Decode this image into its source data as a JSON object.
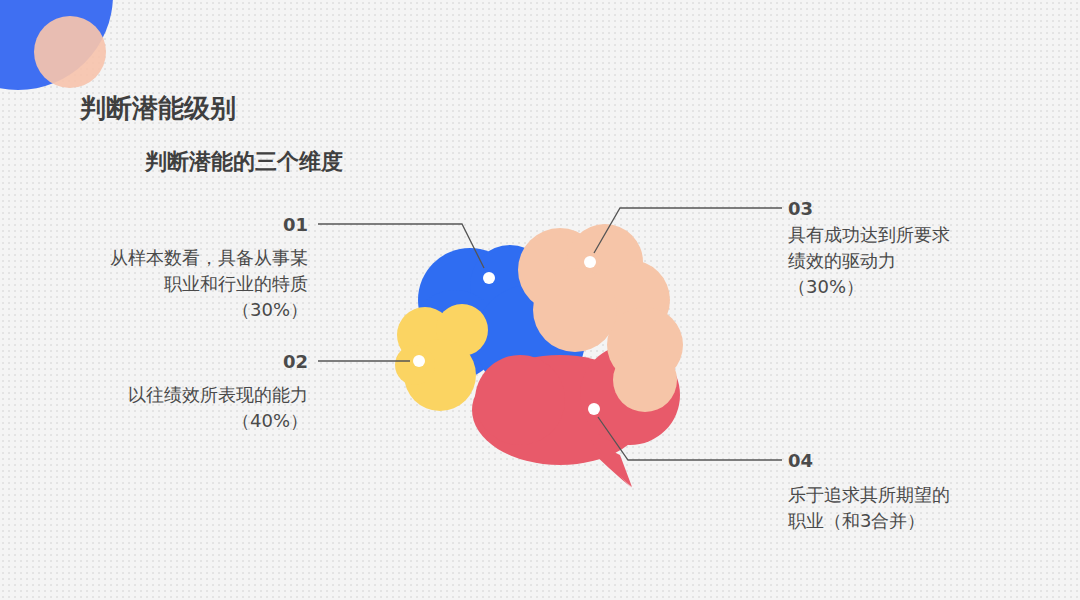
{
  "diagram": {
    "title": "判断潜能级别",
    "labels": [
      "判断潜能的三个维度",
      "01",
      "从样本数看，具备从事某 职业和行业的特质 （30%）",
      "02",
      "以往绩效所表现的能力 （40%）",
      "03",
      "具有成功达到所要求 绩效的驱动力（30%）",
      "04",
      "乐于追求其所期望的 职业（和3合并）"
    ]
  }
}
